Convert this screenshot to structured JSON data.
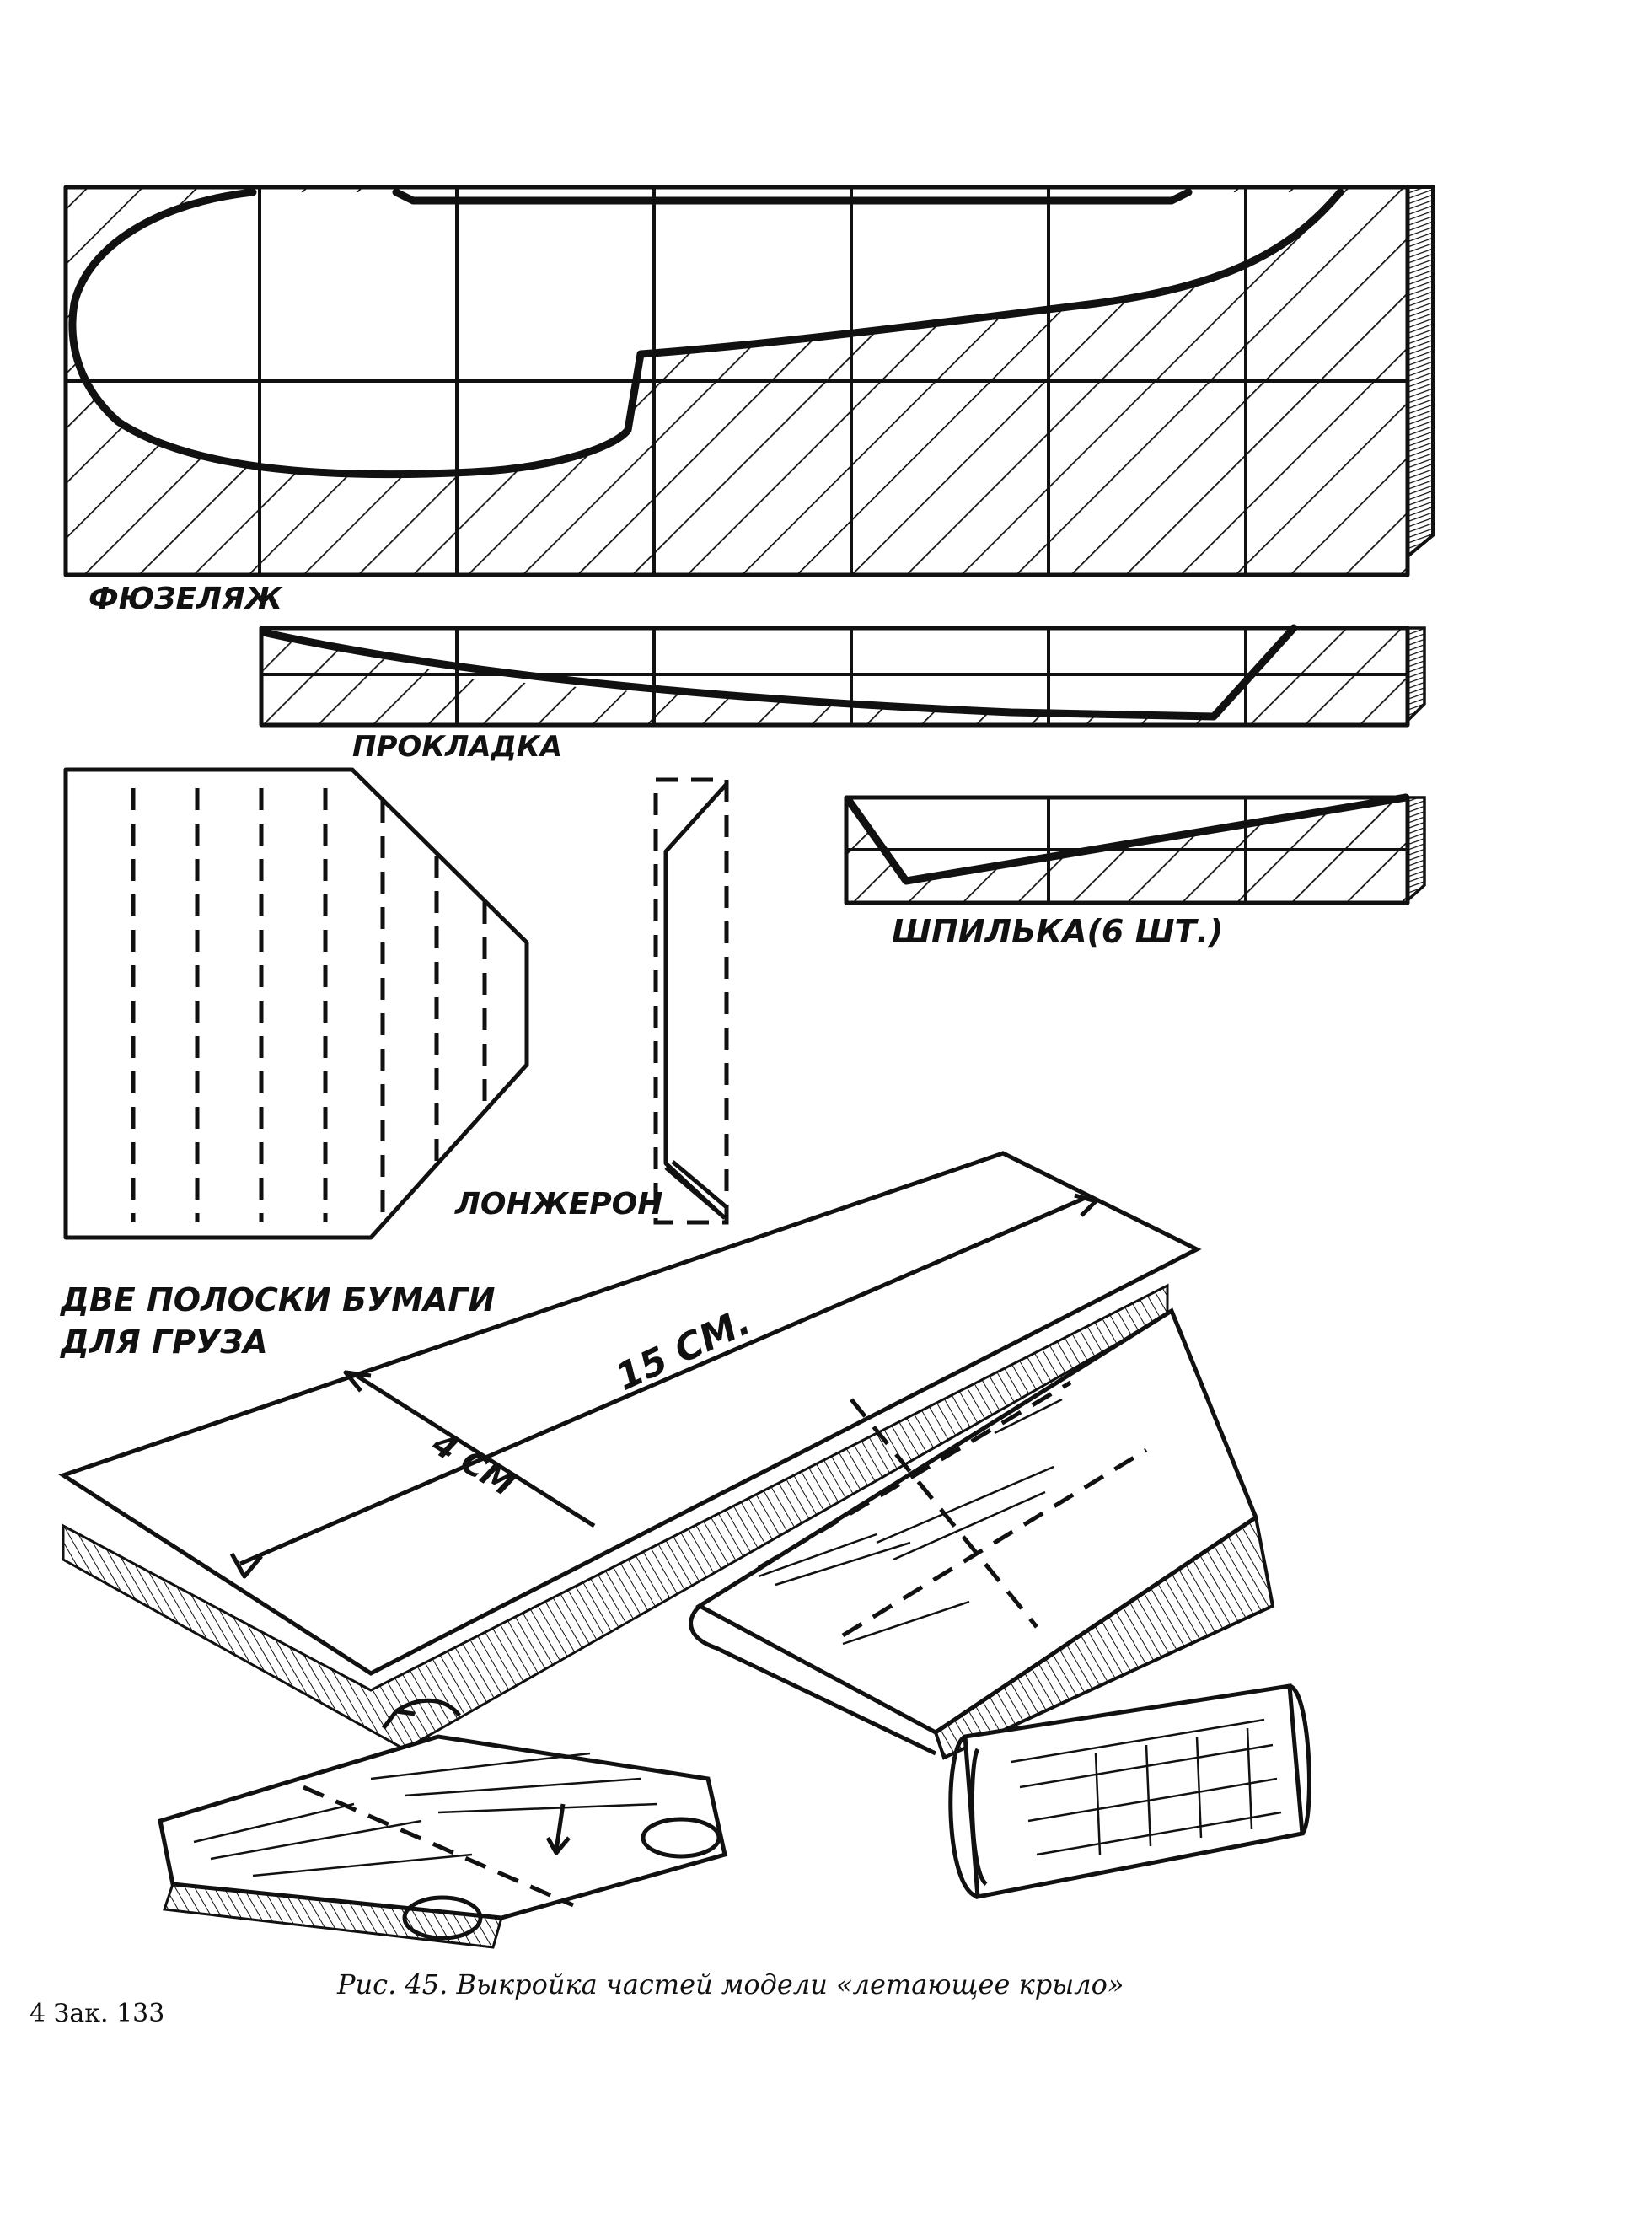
{
  "labels": {
    "fuselage": "ФЮЗЕЛЯЖ",
    "spacer": "ПРОКЛАДКА",
    "pin": "ШПИЛЬКА(6 ШТ.)",
    "spar": "ЛОНЖЕРОН",
    "strips_line1": "ДВЕ ПОЛОСКИ БУМАГИ",
    "strips_line2": "ДЛЯ ГРУЗА",
    "length_dim": "15 СМ.",
    "width_dim": "4 СМ"
  },
  "caption": "Рис. 45. Выкройка частей модели «летающее крыло»",
  "footer": "4 Зак. 133",
  "colors": {
    "ink": "#111111",
    "paper": "#ffffff"
  }
}
